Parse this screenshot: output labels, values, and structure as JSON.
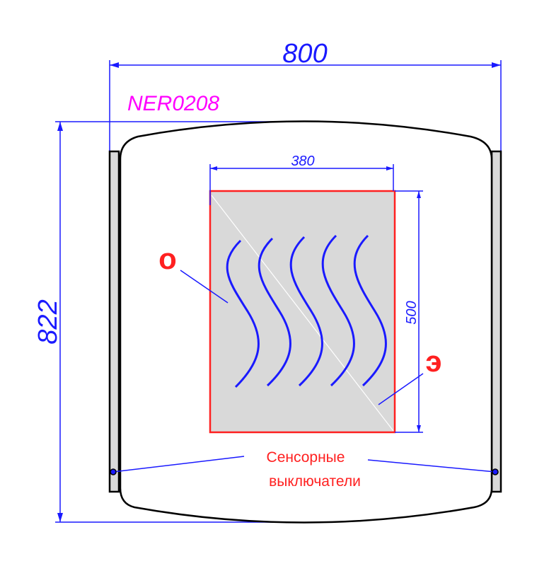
{
  "model": "NER0208",
  "dimensions": {
    "width": "800",
    "height": "822",
    "heater_width": "380",
    "heater_height": "500"
  },
  "markers": {
    "o": "о",
    "e": "э"
  },
  "switches_label": {
    "line1": "Сенсорные",
    "line2": "выключатели"
  },
  "colors": {
    "dimension": "#1a1aff",
    "model": "#ff00ff",
    "heater_border": "#ff2020",
    "heater_fill": "#d9d9d9",
    "label": "#ff2020"
  }
}
